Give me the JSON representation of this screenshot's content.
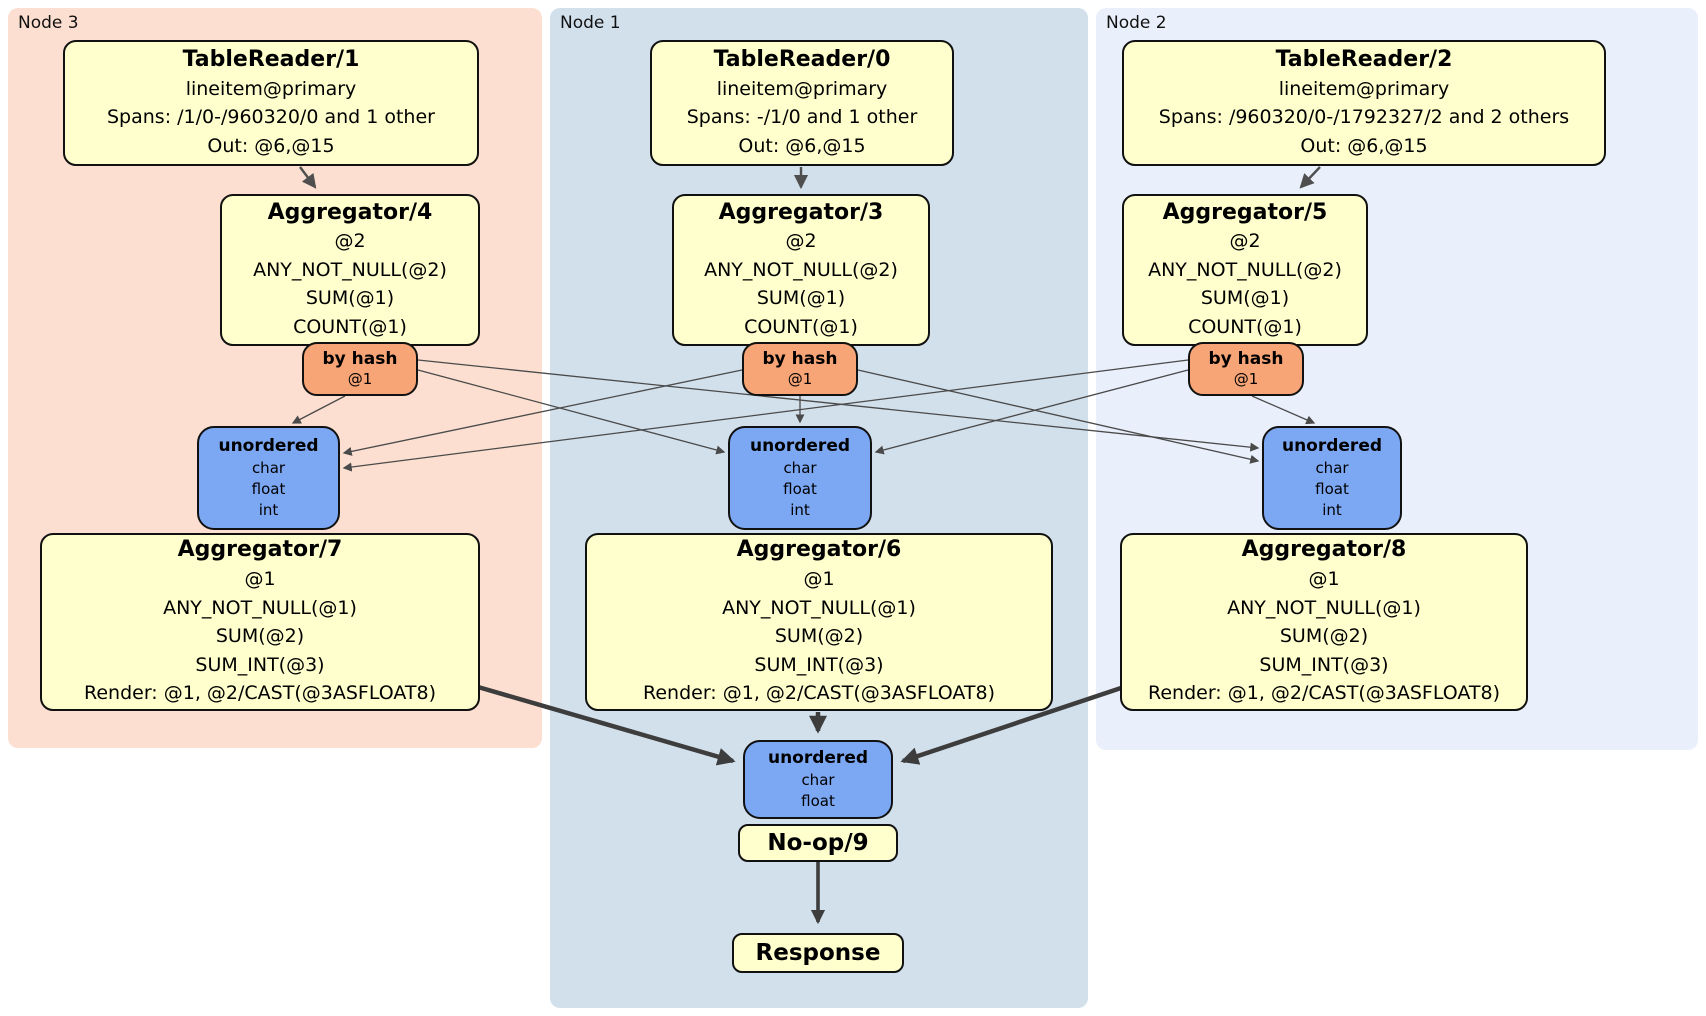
{
  "colors": {
    "canvas-bg": "#ffffff",
    "node3-bg": "#fcdfd0",
    "node1-bg": "#d2e0ec",
    "node2-bg": "#e9effb",
    "proc-bg": "#feffcc",
    "router-bg": "#f7a476",
    "sync-bg": "#7ca7f3",
    "box-border": "#111111",
    "edge": "#4a4a4a",
    "edge-thick": "#3d3d3d"
  },
  "groups": {
    "node3": {
      "label": "Node 3"
    },
    "node1": {
      "label": "Node 1"
    },
    "node2": {
      "label": "Node 2"
    }
  },
  "processors": {
    "tr1": {
      "title": "TableReader/1",
      "lines": [
        "lineitem@primary",
        "Spans: /1/0-/960320/0 and 1 other",
        "Out: @6,@15"
      ]
    },
    "tr0": {
      "title": "TableReader/0",
      "lines": [
        "lineitem@primary",
        "Spans: -/1/0 and 1 other",
        "Out: @6,@15"
      ]
    },
    "tr2": {
      "title": "TableReader/2",
      "lines": [
        "lineitem@primary",
        "Spans: /960320/0-/1792327/2 and 2 others",
        "Out: @6,@15"
      ]
    },
    "agg4": {
      "title": "Aggregator/4",
      "lines": [
        "@2",
        "ANY_NOT_NULL(@2)",
        "SUM(@1)",
        "COUNT(@1)"
      ]
    },
    "agg3": {
      "title": "Aggregator/3",
      "lines": [
        "@2",
        "ANY_NOT_NULL(@2)",
        "SUM(@1)",
        "COUNT(@1)"
      ]
    },
    "agg5": {
      "title": "Aggregator/5",
      "lines": [
        "@2",
        "ANY_NOT_NULL(@2)",
        "SUM(@1)",
        "COUNT(@1)"
      ]
    },
    "agg7": {
      "title": "Aggregator/7",
      "lines": [
        "@1",
        "ANY_NOT_NULL(@1)",
        "SUM(@2)",
        "SUM_INT(@3)",
        "Render: @1, @2/CAST(@3ASFLOAT8)"
      ]
    },
    "agg6": {
      "title": "Aggregator/6",
      "lines": [
        "@1",
        "ANY_NOT_NULL(@1)",
        "SUM(@2)",
        "SUM_INT(@3)",
        "Render: @1, @2/CAST(@3ASFLOAT8)"
      ]
    },
    "agg8": {
      "title": "Aggregator/8",
      "lines": [
        "@1",
        "ANY_NOT_NULL(@1)",
        "SUM(@2)",
        "SUM_INT(@3)",
        "Render: @1, @2/CAST(@3ASFLOAT8)"
      ]
    },
    "noop": {
      "title": "No-op/9"
    },
    "response": {
      "title": "Response"
    }
  },
  "routers": {
    "hash3": {
      "title": "by hash",
      "lines": [
        "@1"
      ]
    },
    "hash1": {
      "title": "by hash",
      "lines": [
        "@1"
      ]
    },
    "hash2": {
      "title": "by hash",
      "lines": [
        "@1"
      ]
    }
  },
  "syncs": {
    "un3": {
      "title": "unordered",
      "lines": [
        "char",
        "float",
        "int"
      ]
    },
    "un1": {
      "title": "unordered",
      "lines": [
        "char",
        "float",
        "int"
      ]
    },
    "un2": {
      "title": "unordered",
      "lines": [
        "char",
        "float",
        "int"
      ]
    },
    "unfinal": {
      "title": "unordered",
      "lines": [
        "char",
        "float"
      ]
    }
  }
}
